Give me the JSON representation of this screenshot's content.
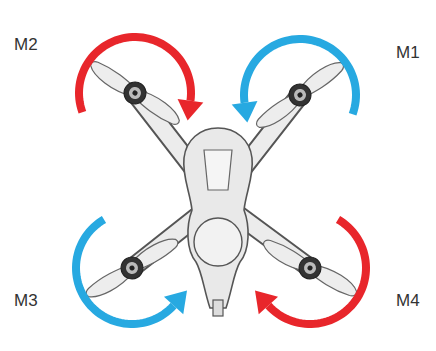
{
  "diagram": {
    "labels": [
      "M2",
      "M1",
      "M3",
      "M4"
    ]
  }
}
